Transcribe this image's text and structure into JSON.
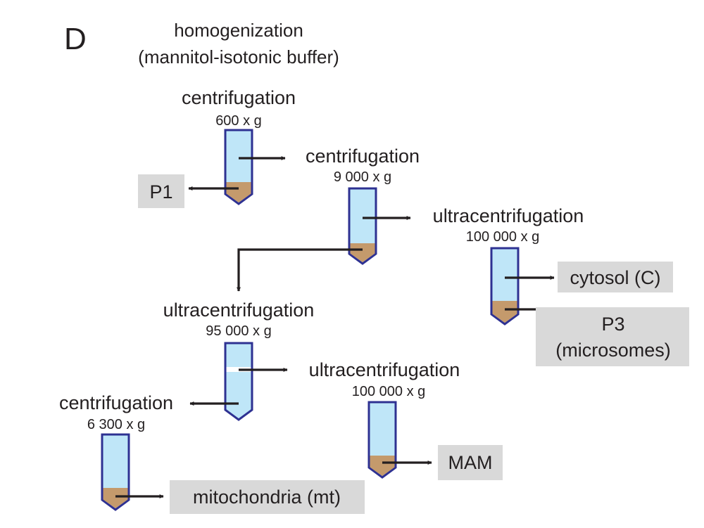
{
  "panel_label": "D",
  "header": {
    "line1": "homogenization",
    "line2": "(mannitol-isotonic buffer)"
  },
  "steps": {
    "s1": {
      "name": "centrifugation",
      "force": "600 x g"
    },
    "s2": {
      "name": "centrifugation",
      "force": "9 000 x g"
    },
    "s3": {
      "name": "ultracentrifugation",
      "force": "100 000 x g"
    },
    "s4": {
      "name": "ultracentrifugation",
      "force": "95 000 x g"
    },
    "s5": {
      "name": "ultracentrifugation",
      "force": "100 000 x g"
    },
    "s6": {
      "name": "centrifugation",
      "force": "6 300 x g"
    }
  },
  "fractions": {
    "p1": "P1",
    "cytosol": "cytosol (C)",
    "p3_line1": "P3",
    "p3_line2": "(microsomes)",
    "mam": "MAM",
    "mitochondria": "mitochondria (mt)"
  },
  "colors": {
    "tube_fill": "#bfe6f8",
    "tube_outline": "#2e3192",
    "pellet": "#c49a6c",
    "result_box": "#d9d9d9",
    "arrow": "#231f20"
  }
}
